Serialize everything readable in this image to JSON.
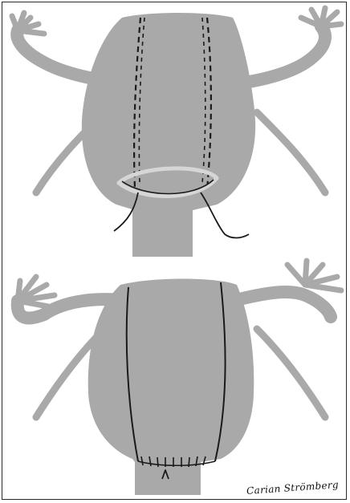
{
  "figure": {
    "panels": [
      {
        "id": "top",
        "stitch_style": "dashed"
      },
      {
        "id": "bottom",
        "stitch_style": "solid"
      }
    ],
    "signature": "Carian Strömberg",
    "colors": {
      "tissue": "#a9a9a9",
      "suture": "#1a1a1a",
      "band": "#d6d6d6",
      "background": "#ffffff"
    },
    "icons": [
      "uterus-illustration",
      "suture-line",
      "signature-mark"
    ]
  }
}
